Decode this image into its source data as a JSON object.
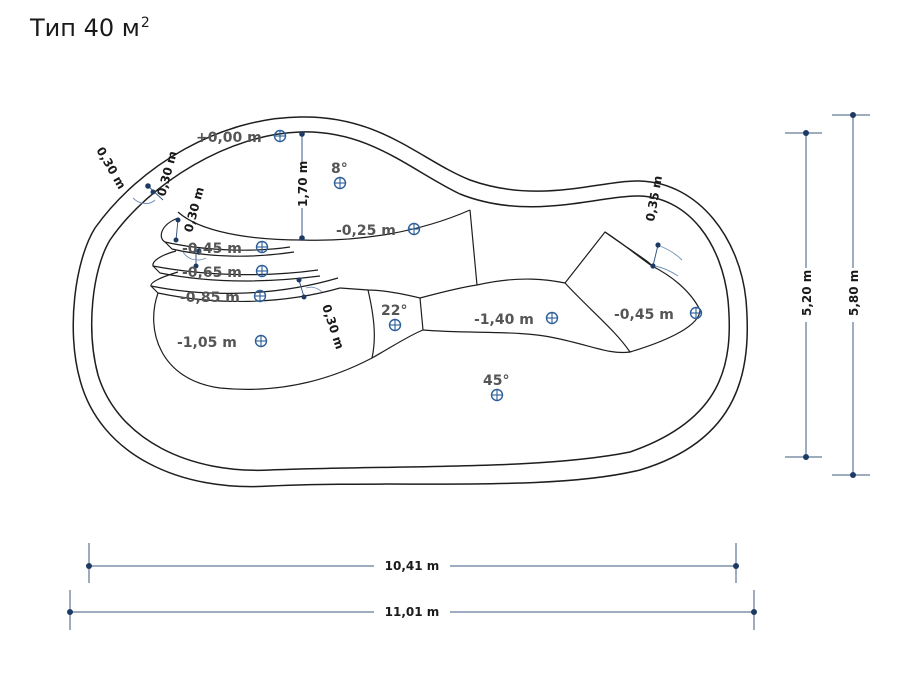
{
  "title": {
    "text": "Тип 40 м",
    "sup": "2"
  },
  "levels": {
    "top": "+0,00 m",
    "bench": "-0,25 m",
    "step1": "-0,45 m",
    "step2": "-0,65 m",
    "step3": "-0,85 m",
    "shallow": "-1,05 m",
    "deep": "-1,40 m",
    "right": "-0,45 m"
  },
  "angles": {
    "a8": "8°",
    "a22": "22°",
    "a45": "45°"
  },
  "dimensions": {
    "wall_left": "0,30 m",
    "wall_top": "0,30 m",
    "step_tread": "0,30 m",
    "step_riser": "0,30 m",
    "bench_depth": "1,70 m",
    "right_bench": "0,35 m",
    "inner_height": "5,20 m",
    "outer_height": "5,80 m",
    "inner_width": "10,41 m",
    "outer_width": "11,01 m"
  },
  "colors": {
    "outline": "#1e1e1e",
    "dimension": "#3c5a82",
    "marker": "#2c5f9a",
    "label": "#555555"
  }
}
